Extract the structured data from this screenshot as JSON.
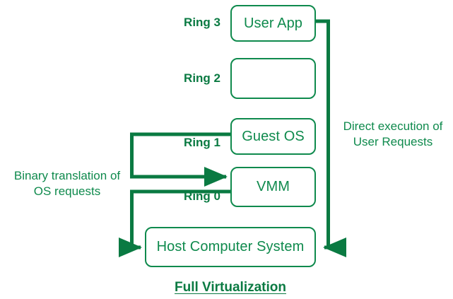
{
  "diagram": {
    "title": "Full Virtualization",
    "accent_color": "#0f8a4d",
    "line_color": "#0a7a42",
    "background": "#ffffff",
    "ring_labels": [
      {
        "name": "ring-3",
        "text": "Ring 3"
      },
      {
        "name": "ring-2",
        "text": "Ring 2"
      },
      {
        "name": "ring-1",
        "text": "Ring 1"
      },
      {
        "name": "ring-0",
        "text": "Ring 0"
      }
    ],
    "boxes": [
      {
        "name": "user-app",
        "text": "User App"
      },
      {
        "name": "ring-2-empty",
        "text": ""
      },
      {
        "name": "guest-os",
        "text": "Guest OS"
      },
      {
        "name": "vmm",
        "text": "VMM"
      },
      {
        "name": "host-computer-system",
        "text": "Host Computer System"
      }
    ],
    "annotations": [
      {
        "name": "binary-translation-note",
        "text": "Binary translation of\nOS requests"
      },
      {
        "name": "direct-execution-note",
        "text": "Direct execution of\nUser Requests"
      }
    ],
    "connectors": [
      {
        "name": "user-app-to-host-connector",
        "from": "user-app",
        "to": "host-computer-system",
        "arrow": "to-host"
      },
      {
        "name": "guest-os-to-vmm-connector",
        "from": "guest-os",
        "to": "vmm",
        "arrow": "to-vmm"
      },
      {
        "name": "vmm-to-host-connector",
        "from": "vmm",
        "to": "host-computer-system",
        "arrow": "to-host"
      }
    ]
  }
}
